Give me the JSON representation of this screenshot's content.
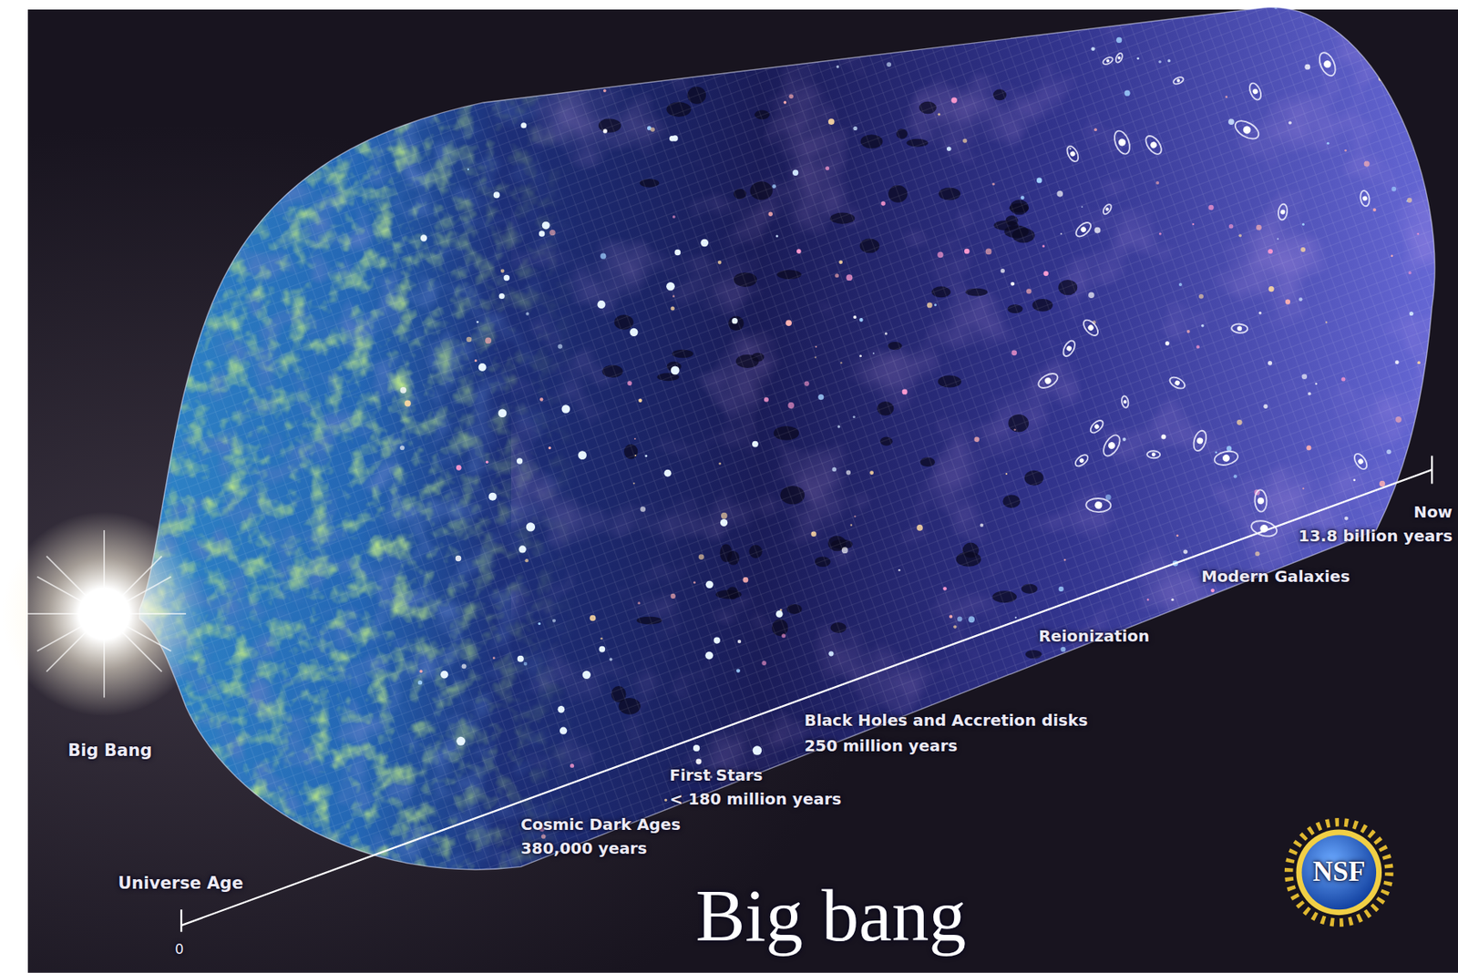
{
  "diagram": {
    "caption": "Big bang",
    "labels": [
      "Big Bang",
      "Universe Age",
      "0",
      "Cosmic Dark Ages",
      "380,000 years",
      "First Stars",
      "< 180 million years",
      "Black Holes and Accretion disks",
      "250 million years",
      "Reionization",
      "Modern Galaxies",
      "Now",
      "13.8 billion years",
      "NSF"
    ]
  }
}
